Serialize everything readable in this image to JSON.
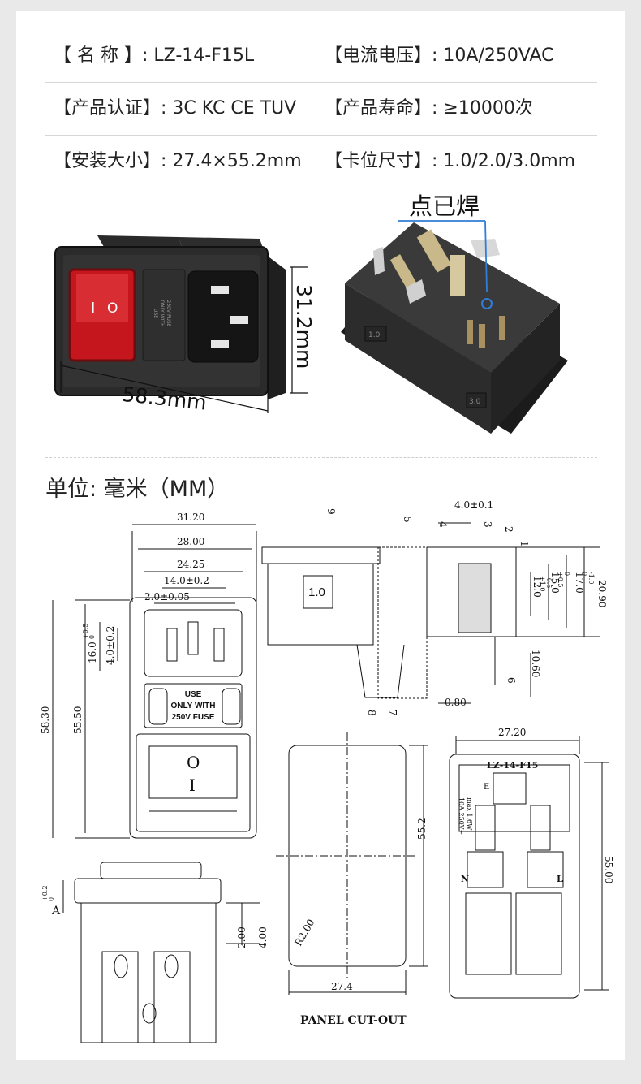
{
  "specs": [
    {
      "left": "【 名    称 】: LZ-14-F15L",
      "right": "【电流电压】: 10A/250VAC"
    },
    {
      "left": "【产品认证】: 3C KC CE TUV",
      "right": "【产品寿命】: ≥10000次"
    },
    {
      "left": "【安装大小】: 27.4×55.2mm",
      "right": "【卡位尺寸】: 1.0/2.0/3.0mm"
    }
  ],
  "photo": {
    "height_dim": "31.2mm",
    "width_dim": "58.3mm",
    "weld_label": "点已焊",
    "switch_on": "I",
    "switch_off": "O",
    "fuse_text": [
      "USE",
      "ONLY WITH",
      "250V FUSE"
    ],
    "clip_mark_1": "1.0",
    "clip_mark_2": "3.0"
  },
  "unit_label": "单位: 毫米（MM）",
  "drawing": {
    "front_dims": {
      "w_outer": "31.20",
      "w_28": "28.00",
      "w_24": "24.25",
      "w_14": "14.0±0.2",
      "w_2": "2.0±0.05",
      "h_16": "16.0",
      "h_16_tol_upper": "+0.5",
      "h_16_tol_lower": "0",
      "h_4": "4.0±0.2",
      "h_58": "58.30",
      "h_55": "55.50"
    },
    "fuse_text": [
      "USE",
      "ONLY WITH",
      "250V FUSE"
    ],
    "switch_o": "O",
    "switch_i": "I",
    "side_dims": {
      "d_4": "4.0±0.1",
      "d_20": "20.90",
      "d_17": "17.0",
      "d_17_tol_upper": "0",
      "d_17_tol_lower": "-1.0",
      "d_15": "15.0",
      "d_15_tol_upper": "+0.5",
      "d_15_tol_lower": "0",
      "d_12": "12.0",
      "d_12_tol_upper": "+1.0",
      "d_12_tol_lower": "-0.5",
      "d_10": "10.60",
      "d_080": "0.80",
      "clip": "1.0",
      "callouts": [
        "1",
        "2",
        "3",
        "4",
        "5",
        "6",
        "7",
        "8",
        "9"
      ]
    },
    "bottom_dims": {
      "a": "A",
      "a_tol_upper": "+0.2",
      "a_tol_lower": "0",
      "d_2": "2.00",
      "d_4": "4.00"
    },
    "cutout": {
      "h": "55.2",
      "w": "27.4",
      "r": "R2.00",
      "label": "PANEL CUT-OUT"
    },
    "back": {
      "w": "27.20",
      "h": "55.00",
      "model": "LZ-14-F15",
      "e": "E",
      "n": "N",
      "l": "L",
      "rating": "10A 250V~",
      "fuse_rating": "max 1.6W"
    }
  }
}
